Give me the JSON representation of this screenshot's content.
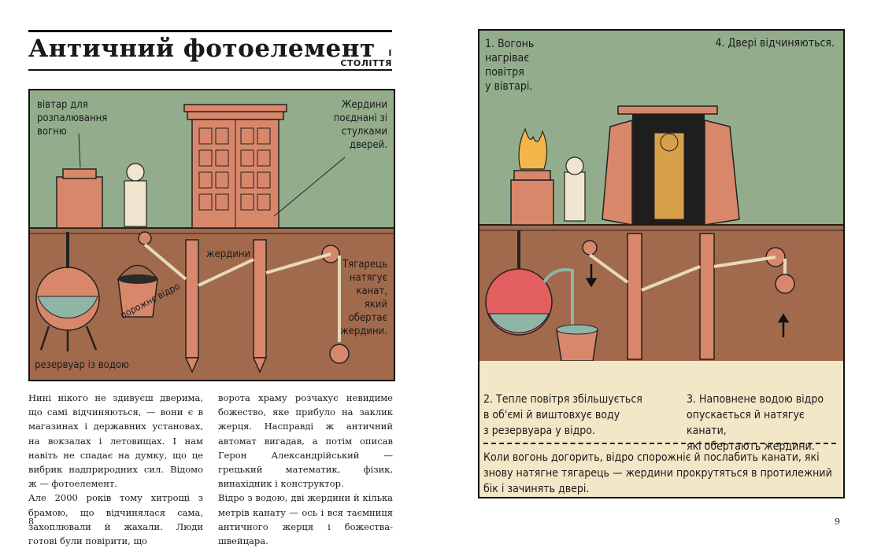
{
  "left_page": {
    "title": "Античний фотоелемент",
    "century": "І СТОЛІТТЯ",
    "page_number": "8",
    "labels": {
      "altar": "вівтар для\nрозпалювання\nвогню",
      "poles_linked": "Жердини\nпоєднані зі\nстулками\nдверей.",
      "poles": "жердини",
      "counterweight": "Тягарець\nнатягує\nканат,\nякий\nобертає\nжердини.",
      "empty_bucket": "порожнє відро",
      "reservoir": "резервуар із водою"
    },
    "body_col1": "Нині нікого не здивуєш дверима, що самі відчиняються, — вони є в магазинах і державних установах, на вокзалах і летовищах. І нам навіть не спадає на думку, що це вибрик надприродних сил. Відомо ж — фотоелемент.\nАле 2000 років тому хитрощі з брамою, що відчинялася сама, захоплювали й жахали. Люди готові були повірити, що",
    "body_col2": "ворота храму розчахує невидиме божество, яке прибуло на заклик жерця. Насправді ж античний автомат вигадав, а потім описав Герон Александрійський — грецький математик, фізик, винахідник і конструктор.\nВідро з водою, дві жердини й кілька метрів канату — ось і вся таємниця античного жерця і божества-швейцара."
  },
  "right_page": {
    "page_number": "9",
    "step1": "1. Вогонь\nнагріває\nповітря\nу вівтарі.",
    "step4": "4. Двері відчиняються.",
    "step2": "2. Тепле повітря збільшується\nв об'ємі й виштовхує воду\nз резервуара у відро.",
    "step3": "3. Наповнене водою відро\nопускається й натягує канати,\nякі обертають жердини.",
    "closing": "Коли вогонь догорить, відро спорожніє й послабить канати, які знову натягне тягарець — жердини прокрутяться в протилежний бік і зачинять двері."
  },
  "colors": {
    "sky": "#93ad8c",
    "earth": "#a26a4c",
    "wood": "#d9876a",
    "note_bg": "#f2e7c6"
  }
}
